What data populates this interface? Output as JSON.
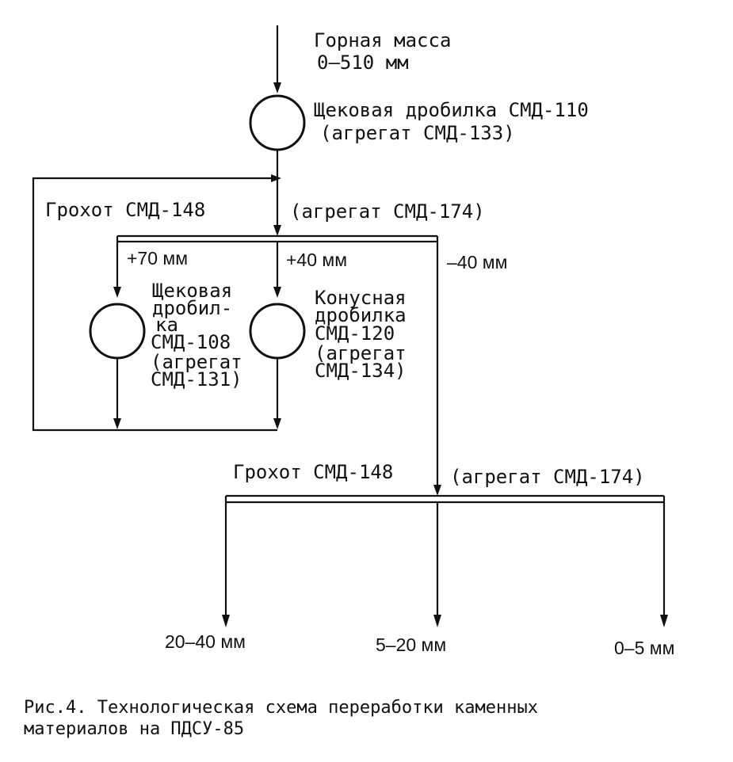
{
  "feed": {
    "line1": "Горная масса",
    "line2": "0–510 мм"
  },
  "primary_crusher": {
    "line1": "Щековая дробилка СМД-110",
    "line2": "(агрегат СМД-133)"
  },
  "screen1": {
    "name": "Грохот СМД-148",
    "unit": "(агрегат СМД-174)"
  },
  "fractions1": {
    "plus70": "+70 мм",
    "plus40": "+40 мм",
    "minus40": "–40 мм"
  },
  "jaw_crusher2": {
    "line1": "Щековая",
    "line2": "дробил-",
    "line3": "ка",
    "line4": "СМД-108",
    "line5": "(агрегат",
    "line6": "СМД-131)"
  },
  "cone_crusher": {
    "line1": "Конусная",
    "line2": "дробилка",
    "line3": "СМД-120",
    "line4": "(агрегат",
    "line5": "СМД-134)"
  },
  "screen2": {
    "name": "Грохот СМД-148",
    "unit": "(агрегат СМД-174)"
  },
  "products": {
    "p1": "20–40 мм",
    "p2": "5–20 мм",
    "p3": "0–5 мм"
  },
  "caption": {
    "line1": "Рис.4. Технологическая схема переработки каменных",
    "line2": "материалов на ПДСУ-85"
  }
}
